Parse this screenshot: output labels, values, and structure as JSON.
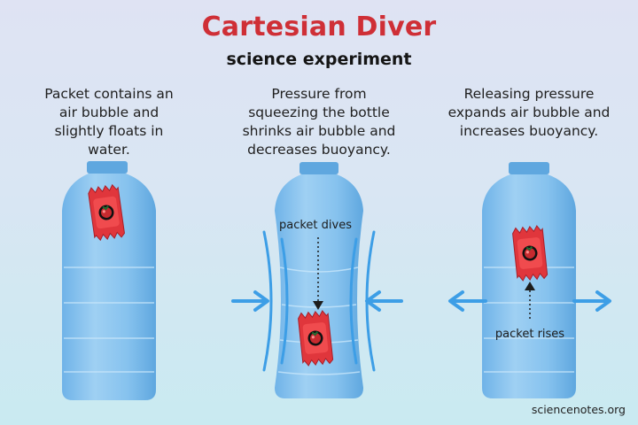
{
  "header": {
    "title": "Cartesian Diver",
    "subtitle": "science experiment"
  },
  "panels": [
    {
      "caption_lines": [
        "Packet contains an",
        "air bubble and",
        "slightly floats in",
        "water."
      ]
    },
    {
      "caption_lines": [
        "Pressure from",
        "squeezing the bottle",
        "shrinks air bubble and",
        "decreases buoyancy."
      ],
      "annotation": "packet dives"
    },
    {
      "caption_lines": [
        "Releasing pressure",
        "expands air bubble and",
        "increases buoyancy."
      ],
      "annotation": "packet rises"
    }
  ],
  "footer": {
    "credit": "sciencenotes.org"
  },
  "colors": {
    "title": "#cf2f36",
    "bottle": "#8ec6ee",
    "bottle_dark": "#5fa7df",
    "arrow": "#3d9ee6",
    "packet": "#e0363c"
  }
}
